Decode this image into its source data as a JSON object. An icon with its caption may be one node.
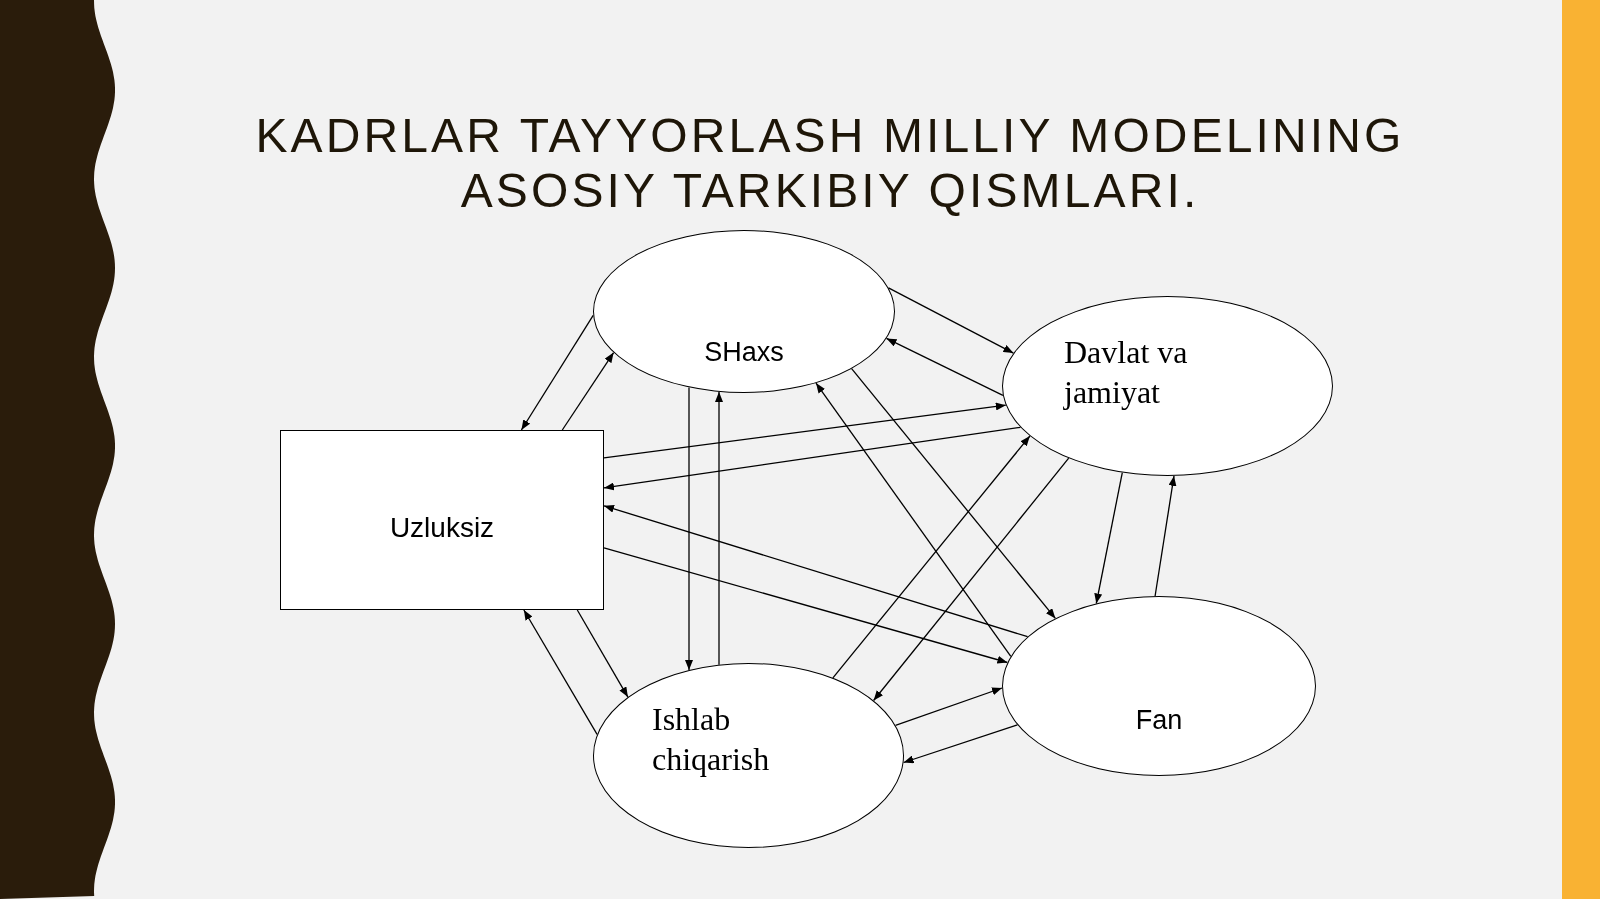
{
  "diagram": {
    "title": "KADRLAR TAYYORLASH MILLIY MODELINING ASOSIY TARKIBIY QISMLARI.",
    "nodes": [
      {
        "text": [
          "SHaxs"
        ]
      },
      {
        "text": [
          "Davlat va jamiyat"
        ]
      },
      {
        "text": [
          "Uzluksiz"
        ]
      },
      {
        "text": [
          "Ishlab chiqarish"
        ]
      },
      {
        "text": [
          "Fan"
        ]
      }
    ],
    "edges": [
      {
        "from": 0,
        "to": 2,
        "arrow": "to"
      },
      {
        "from": 2,
        "to": 0,
        "arrow": "to"
      },
      {
        "from": 0,
        "to": 1,
        "arrow": "to"
      },
      {
        "from": 1,
        "to": 0,
        "arrow": "to"
      },
      {
        "from": 2,
        "to": 1,
        "arrow": "to"
      },
      {
        "from": 1,
        "to": 2,
        "arrow": "to"
      },
      {
        "from": 0,
        "to": 3,
        "arrow": "to"
      },
      {
        "from": 3,
        "to": 0,
        "arrow": "to"
      },
      {
        "from": 4,
        "to": 0,
        "arrow": "to"
      },
      {
        "from": 0,
        "to": 4,
        "arrow": "to"
      },
      {
        "from": 3,
        "to": 1,
        "arrow": "to"
      },
      {
        "from": 1,
        "to": 3,
        "arrow": "to"
      },
      {
        "from": 4,
        "to": 2,
        "arrow": "to"
      },
      {
        "from": 2,
        "to": 4,
        "arrow": "to"
      },
      {
        "from": 2,
        "to": 3,
        "arrow": "to"
      },
      {
        "from": 3,
        "to": 2,
        "arrow": "to"
      },
      {
        "from": 1,
        "to": 4,
        "arrow": "to"
      },
      {
        "from": 4,
        "to": 1,
        "arrow": "to"
      },
      {
        "from": 3,
        "to": 4,
        "arrow": "to"
      },
      {
        "from": 4,
        "to": 3,
        "arrow": "to"
      }
    ]
  }
}
